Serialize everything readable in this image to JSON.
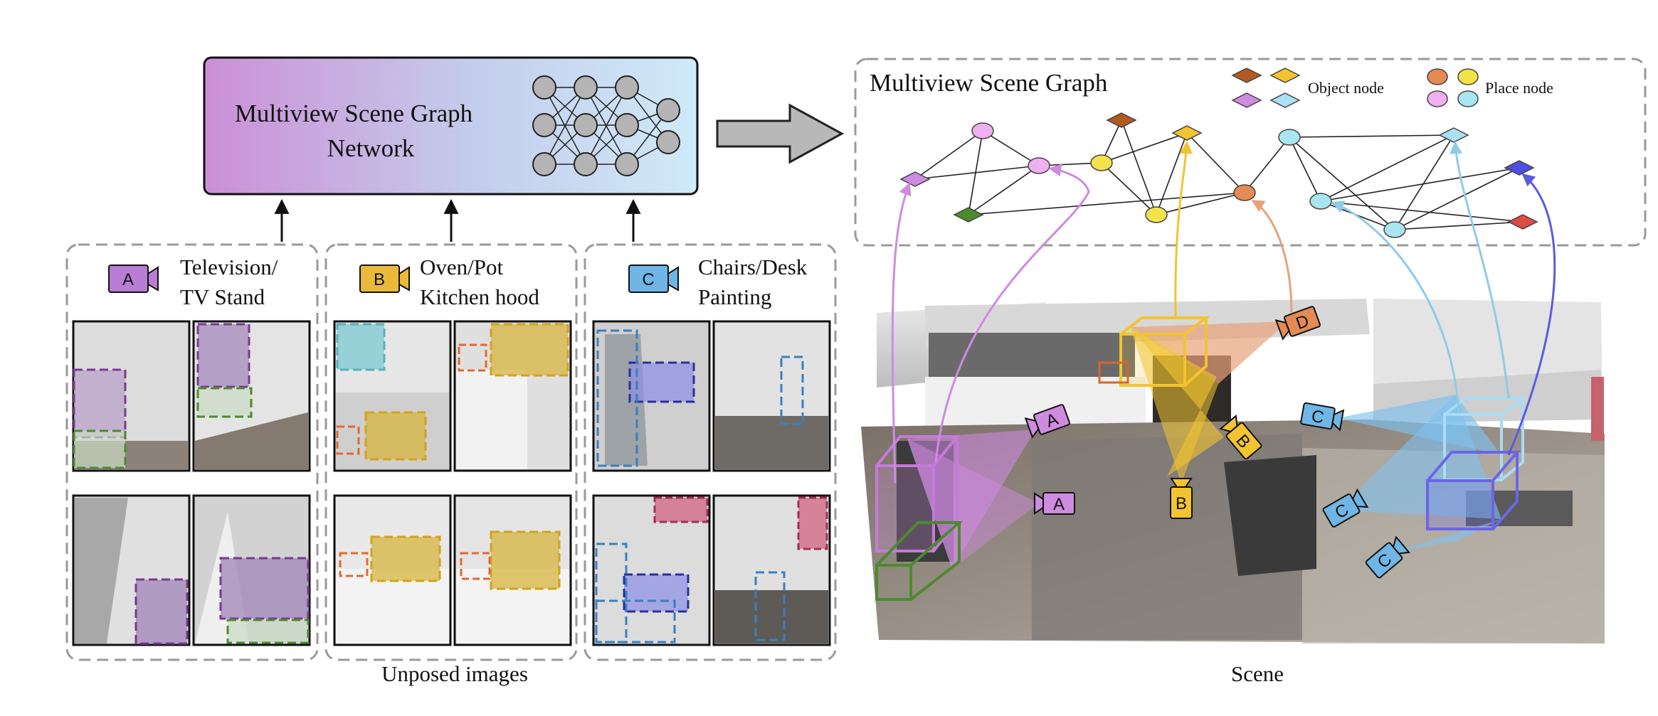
{
  "network": {
    "line1": "Multiview Scene Graph",
    "line2": "Network"
  },
  "panel_title": "Multiview Scene Graph",
  "legend": {
    "object_label": "Object node",
    "place_label": "Place node"
  },
  "groups": [
    {
      "letter": "A",
      "line1": "Television/",
      "line2": "TV Stand",
      "color": "#b77ed3"
    },
    {
      "letter": "B",
      "line1": "Oven/Pot",
      "line2": "Kitchen hood",
      "color": "#e9b93a"
    },
    {
      "letter": "C",
      "line1": "Chairs/Desk",
      "line2": "Painting",
      "color": "#6fb6e6"
    }
  ],
  "scene_cameras": [
    "A",
    "A",
    "D",
    "B",
    "B",
    "C",
    "C",
    "C"
  ],
  "captions": {
    "images": "Unposed images",
    "scene": "Scene"
  },
  "colors": {
    "purple": "#cf8bdf",
    "yellow": "#f2c430",
    "cyan": "#a9e6f3",
    "orange": "#e38a55",
    "brown": "#b25a22",
    "green": "#4c8a2e",
    "red": "#e04a45",
    "blue": "#4d4fe0",
    "lightblue": "#a9e0f4"
  }
}
